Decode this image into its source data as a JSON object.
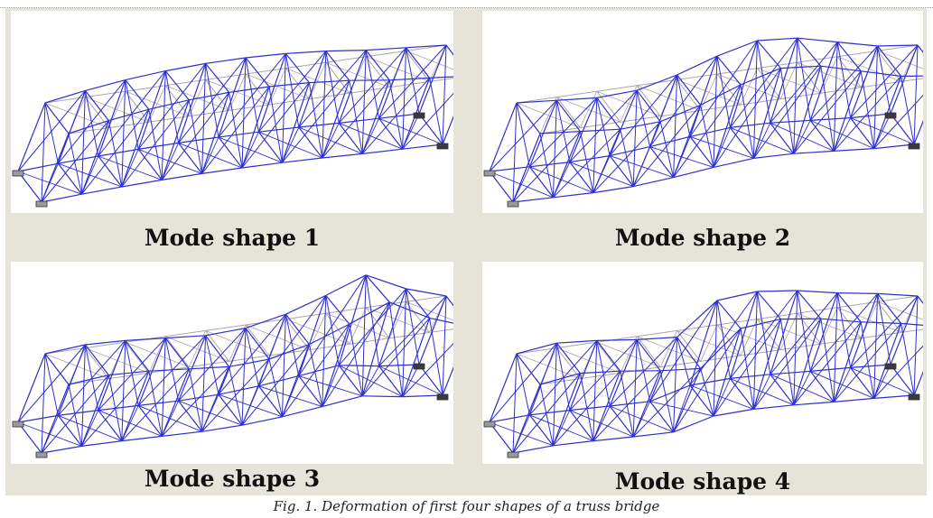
{
  "figure": {
    "panels": [
      {
        "id": "mode1",
        "caption": "Mode shape 1",
        "amplitude": [
          0,
          8,
          14,
          18,
          20,
          20,
          18,
          14,
          8,
          4,
          0
        ]
      },
      {
        "id": "mode2",
        "caption": "Mode shape 2",
        "amplitude": [
          0,
          -4,
          -8,
          -6,
          6,
          22,
          34,
          30,
          18,
          6,
          0
        ]
      },
      {
        "id": "mode3",
        "caption": "Mode shape 3",
        "amplitude": [
          0,
          4,
          2,
          -2,
          -6,
          -4,
          6,
          22,
          40,
          16,
          0
        ]
      },
      {
        "id": "mode4",
        "caption": "Mode shape 4",
        "amplitude": [
          0,
          6,
          2,
          -4,
          -8,
          30,
          34,
          28,
          18,
          10,
          0
        ]
      }
    ],
    "figure_caption": "Fig. 1. Deformation of first four shapes of a truss bridge",
    "colors": {
      "deformed": "#2f2fd0",
      "undeformed": "#a8a8a8",
      "support": "#6e6e6e"
    }
  }
}
